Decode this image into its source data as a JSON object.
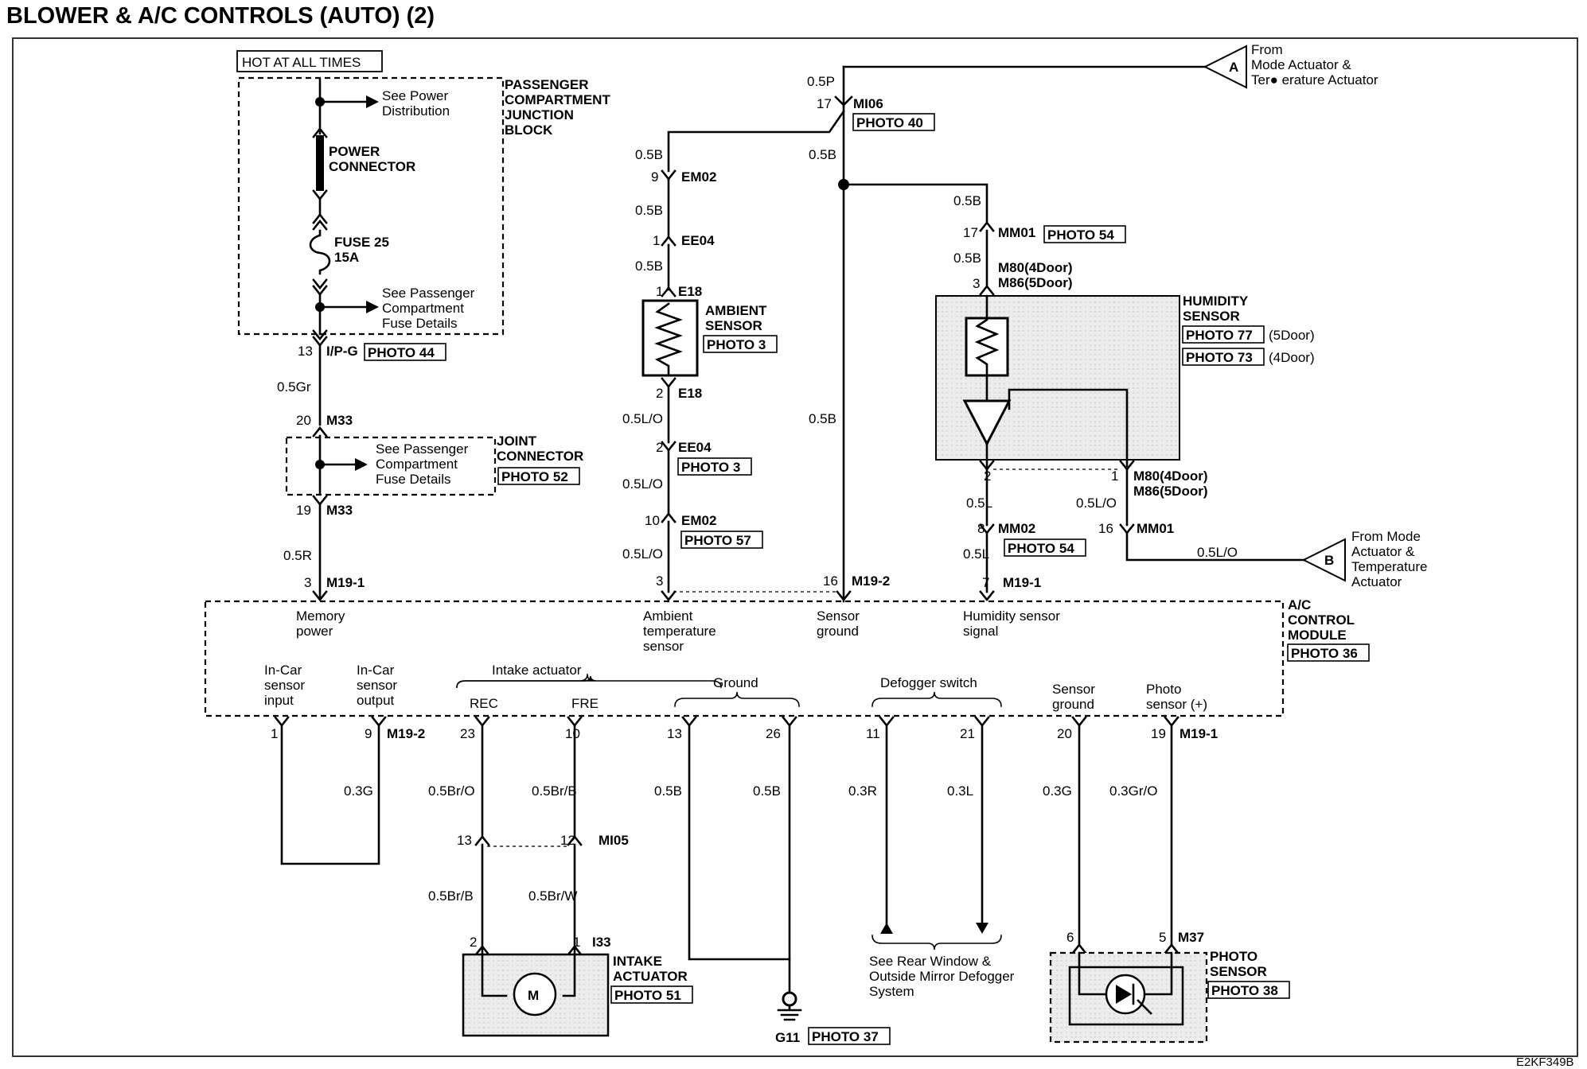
{
  "title": "BLOWER & A/C CONTROLS (AUTO) (2)",
  "code": "E2KF349B",
  "hot": "HOT AT ALL TIMES",
  "pjb": {
    "name": [
      "PASSENGER",
      "COMPARTMENT",
      "JUNCTION",
      "BLOCK"
    ],
    "see_power": [
      "See Power",
      "Distribution"
    ],
    "power_connector": [
      "POWER",
      "CONNECTOR"
    ],
    "fuse": [
      "FUSE 25",
      "15A"
    ],
    "see_fuse": [
      "See Passenger",
      "Compartment",
      "Fuse Details"
    ]
  },
  "joint": {
    "name": [
      "JOINT",
      "CONNECTOR"
    ],
    "photo": "PHOTO 52",
    "see": [
      "See Passenger",
      "Compartment",
      "Fuse Details"
    ]
  },
  "left": {
    "ipg_pin": "13",
    "ipg": "I/P-G",
    "ipg_photo": "PHOTO 44",
    "w1": "0.5Gr",
    "m33a_pin": "20",
    "m33a": "M33",
    "m33b_pin": "19",
    "m33b": "M33",
    "w2": "0.5R",
    "m191_pin": "3",
    "m191": "M19-1"
  },
  "top": {
    "w_05p": "0.5P",
    "mi06_pin": "17",
    "mi06": "MI06",
    "mi06_photo": "PHOTO 40",
    "w_05b_left": "0.5B",
    "w_05b_mid": "0.5B",
    "from_a": [
      "From",
      "Mode Actuator &",
      "Ter● erature Actuator"
    ],
    "a": "A"
  },
  "ambient": {
    "em02_pin": "9",
    "em02": "EM02",
    "w1": "0.5B",
    "ee04_pin": "1",
    "ee04": "EE04",
    "w2": "0.5B",
    "e18a_pin": "1",
    "e18a": "E18",
    "name": [
      "AMBIENT",
      "SENSOR"
    ],
    "photo": "PHOTO 3",
    "e18b_pin": "2",
    "e18b": "E18",
    "w3": "0.5L/O",
    "ee04b_pin": "2",
    "ee04b": "EE04",
    "ee04b_photo": "PHOTO 3",
    "w4": "0.5L/O",
    "em02b_pin": "10",
    "em02b": "EM02",
    "em02b_photo": "PHOTO 57",
    "w5": "0.5L/O",
    "pin_mod": "3"
  },
  "ground_wire": {
    "w": "0.5B",
    "pin": "16",
    "conn": "M19-2"
  },
  "humidity": {
    "w1": "0.5B",
    "mm01_pin": "17",
    "mm01": "MM01",
    "mm01_photo": "PHOTO 54",
    "w2": "0.5B",
    "m80_pin": "3",
    "m80": "M80(4Door)",
    "m86": "M86(5Door)",
    "name": [
      "HUMIDITY",
      "SENSOR"
    ],
    "photo77": "PHOTO 77",
    "door5": "(5Door)",
    "photo73": "PHOTO 73",
    "door4": "(4Door)",
    "pin2": "2",
    "pin1": "1",
    "m80b": "M80(4Door)",
    "m86b": "M86(5Door)",
    "w3": "0.5L",
    "w4": "0.5L/O",
    "mm02_pin": "8",
    "mm02": "MM02",
    "mm02_photo": "PHOTO 54",
    "mm01b_pin": "16",
    "mm01b": "MM01",
    "w5": "0.5L",
    "w6": "0.5L/O",
    "m191_pin": "7",
    "m191": "M19-1",
    "from_b": [
      "From Mode",
      "Actuator &",
      "Temperature",
      "Actuator"
    ],
    "b": "B"
  },
  "module": {
    "name": [
      "A/C",
      "CONTROL",
      "MODULE"
    ],
    "photo": "PHOTO 36",
    "memory": [
      "Memory",
      "power"
    ],
    "ambient": [
      "Ambient",
      "temperature",
      "sensor"
    ],
    "sensor_gnd": [
      "Sensor",
      "ground"
    ],
    "humidity": [
      "Humidity sensor",
      "signal"
    ],
    "incar_in": [
      "In-Car",
      "sensor",
      "input"
    ],
    "incar_out": [
      "In-Car",
      "sensor",
      "output"
    ],
    "intake": "Intake actuator",
    "rec": "REC",
    "fre": "FRE",
    "ground": "Ground",
    "defogger": "Defogger switch",
    "sensor_gnd2": [
      "Sensor",
      "ground"
    ],
    "photo_sensor": [
      "Photo",
      "sensor (+)"
    ]
  },
  "bottom": {
    "p1": "1",
    "p9": "9",
    "m192": "M19-2",
    "p23": "23",
    "p10": "10",
    "p13": "13",
    "p26": "26",
    "p11": "11",
    "p21": "21",
    "p20": "20",
    "p19": "19",
    "m191": "M19-1",
    "w_03g": "0.3G",
    "w_br_o": "0.5Br/O",
    "w_br_b": "0.5Br/B",
    "w_gnd1": "0.5B",
    "w_gnd2": "0.5B",
    "w_03r": "0.3R",
    "w_03l": "0.3L",
    "w_03g2": "0.3G",
    "w_gr_o": "0.3Gr/O",
    "mi05_13": "13",
    "mi05_12": "12",
    "mi05": "MI05",
    "w_br_b2": "0.5Br/B",
    "w_br_w": "0.5Br/W",
    "i33_2": "2",
    "i33_1": "1",
    "i33": "I33",
    "intake_name": [
      "INTAKE",
      "ACTUATOR"
    ],
    "intake_photo": "PHOTO 51",
    "motor": "M",
    "g11": "G11",
    "g11_photo": "PHOTO 37",
    "see_rear": [
      "See Rear Window &",
      "Outside Mirror Defogger",
      "System"
    ],
    "m37_6": "6",
    "m37_5": "5",
    "m37": "M37",
    "photo_name": [
      "PHOTO",
      "SENSOR"
    ],
    "photo_photo": "PHOTO 38"
  }
}
